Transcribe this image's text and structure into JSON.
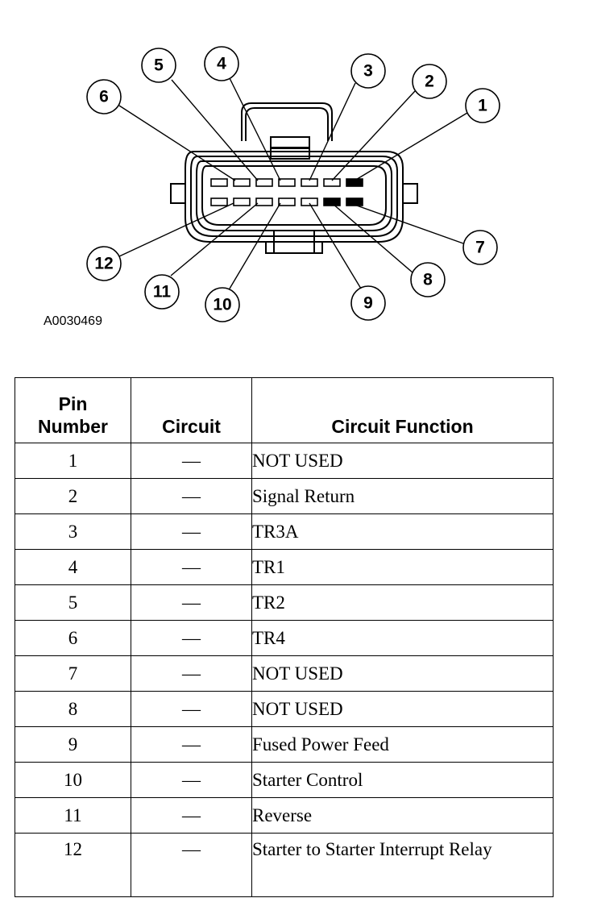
{
  "diagram": {
    "figure_id": "A0030469",
    "callouts": [
      "1",
      "2",
      "3",
      "4",
      "5",
      "6",
      "7",
      "8",
      "9",
      "10",
      "11",
      "12"
    ]
  },
  "table": {
    "headers": {
      "pin_line1": "Pin",
      "pin_line2": "Number",
      "circuit": "Circuit",
      "function": "Circuit Function"
    },
    "rows": [
      {
        "pin": "1",
        "circuit": "—",
        "function": "NOT USED"
      },
      {
        "pin": "2",
        "circuit": "—",
        "function": "Signal Return"
      },
      {
        "pin": "3",
        "circuit": "—",
        "function": "TR3A"
      },
      {
        "pin": "4",
        "circuit": "—",
        "function": "TR1"
      },
      {
        "pin": "5",
        "circuit": "—",
        "function": "TR2"
      },
      {
        "pin": "6",
        "circuit": "—",
        "function": "TR4"
      },
      {
        "pin": "7",
        "circuit": "—",
        "function": "NOT USED"
      },
      {
        "pin": "8",
        "circuit": "—",
        "function": "NOT USED"
      },
      {
        "pin": "9",
        "circuit": "—",
        "function": "Fused Power Feed"
      },
      {
        "pin": "10",
        "circuit": "—",
        "function": "Starter Control"
      },
      {
        "pin": "11",
        "circuit": "—",
        "function": "Reverse"
      },
      {
        "pin": "12",
        "circuit": "—",
        "function": "Starter to Starter Interrupt Relay"
      }
    ]
  }
}
